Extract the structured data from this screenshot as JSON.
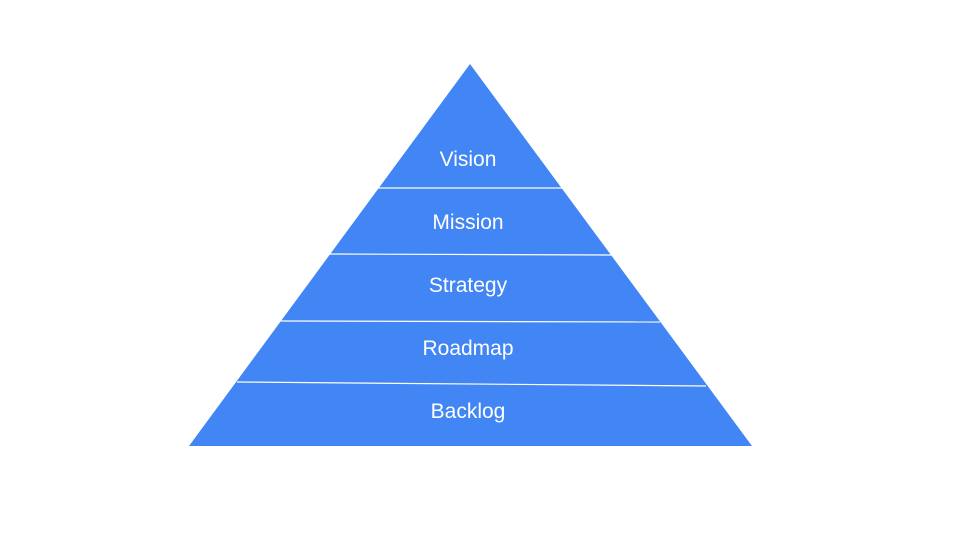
{
  "diagram": {
    "type": "pyramid",
    "fill_color": "#4285f4",
    "divider_color": "#ffffff",
    "background_color": "#ffffff",
    "levels": [
      {
        "label": "Vision"
      },
      {
        "label": "Mission"
      },
      {
        "label": "Strategy"
      },
      {
        "label": "Roadmap"
      },
      {
        "label": "Backlog"
      }
    ]
  }
}
